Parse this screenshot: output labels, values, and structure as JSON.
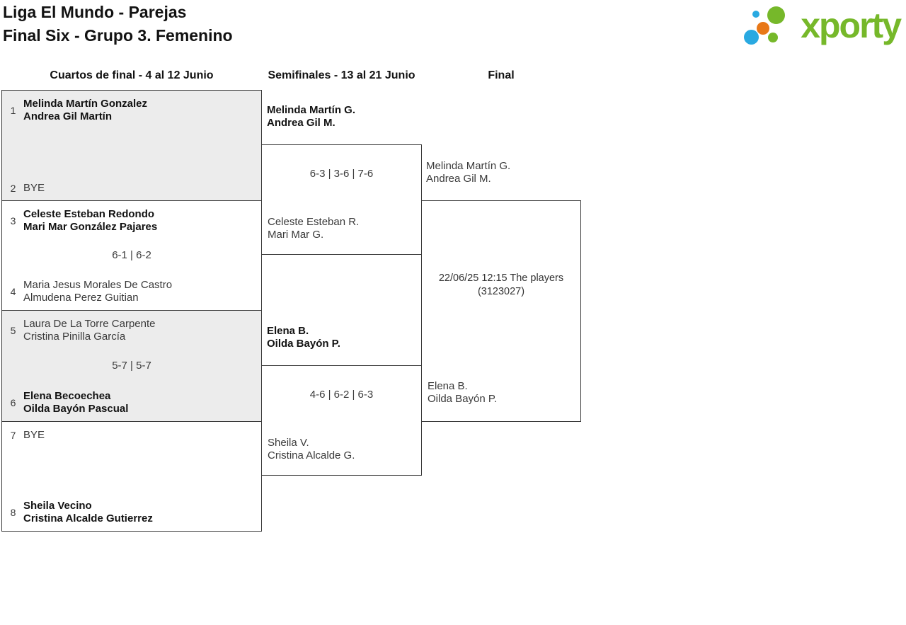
{
  "page": {
    "title_line1": "Liga El Mundo - Parejas",
    "title_line2": "Final Six - Grupo 3. Femenino"
  },
  "logo": {
    "wordmark": "xporty",
    "colors": {
      "green": "#76b82a",
      "blue": "#29a9e1",
      "orange": "#e87817"
    }
  },
  "round_headers": {
    "quarterfinals": "Cuartos de final - 4 al 12 Junio",
    "semifinals": "Semifinales - 13 al 21 Junio",
    "final": "Final"
  },
  "quarterfinals": [
    {
      "top": {
        "seed": "1",
        "line1": "Melinda Martín Gonzalez",
        "line2": "Andrea Gil Martín"
      },
      "score": "",
      "bottom": {
        "seed": "2",
        "line1": "BYE",
        "line2": ""
      }
    },
    {
      "top": {
        "seed": "3",
        "line1": "Celeste Esteban Redondo",
        "line2": "Mari Mar González Pajares"
      },
      "score": "6-1 | 6-2",
      "bottom": {
        "seed": "4",
        "line1": "Maria Jesus Morales De Castro",
        "line2": "Almudena Perez Guitian"
      }
    },
    {
      "top": {
        "seed": "5",
        "line1": "Laura De La Torre Carpente",
        "line2": "Cristina Pinilla García"
      },
      "score": "5-7 | 5-7",
      "bottom": {
        "seed": "6",
        "line1": "Elena Becoechea",
        "line2": "Oilda Bayón Pascual"
      }
    },
    {
      "top": {
        "seed": "7",
        "line1": "BYE",
        "line2": ""
      },
      "score": "",
      "bottom": {
        "seed": "8",
        "line1": "Sheila Vecino",
        "line2": "Cristina Alcalde Gutierrez"
      }
    }
  ],
  "semifinals": [
    {
      "top": {
        "line1": "Melinda Martín G.",
        "line2": "Andrea Gil M."
      },
      "score": "6-3 | 3-6 | 7-6",
      "bottom": {
        "line1": "Celeste Esteban R.",
        "line2": "Mari Mar G."
      }
    },
    {
      "top": {
        "line1": "Elena B.",
        "line2": "Oilda Bayón P."
      },
      "score": "4-6 | 6-2 | 6-3",
      "bottom": {
        "line1": "Sheila V.",
        "line2": "Cristina Alcalde G."
      }
    }
  ],
  "final": {
    "top": {
      "line1": "Melinda Martín G.",
      "line2": "Andrea Gil M."
    },
    "schedule_line1": "22/06/25 12:15 The players",
    "schedule_line2": "(3123027)",
    "bottom": {
      "line1": "Elena B.",
      "line2": "Oilda Bayón P."
    }
  }
}
